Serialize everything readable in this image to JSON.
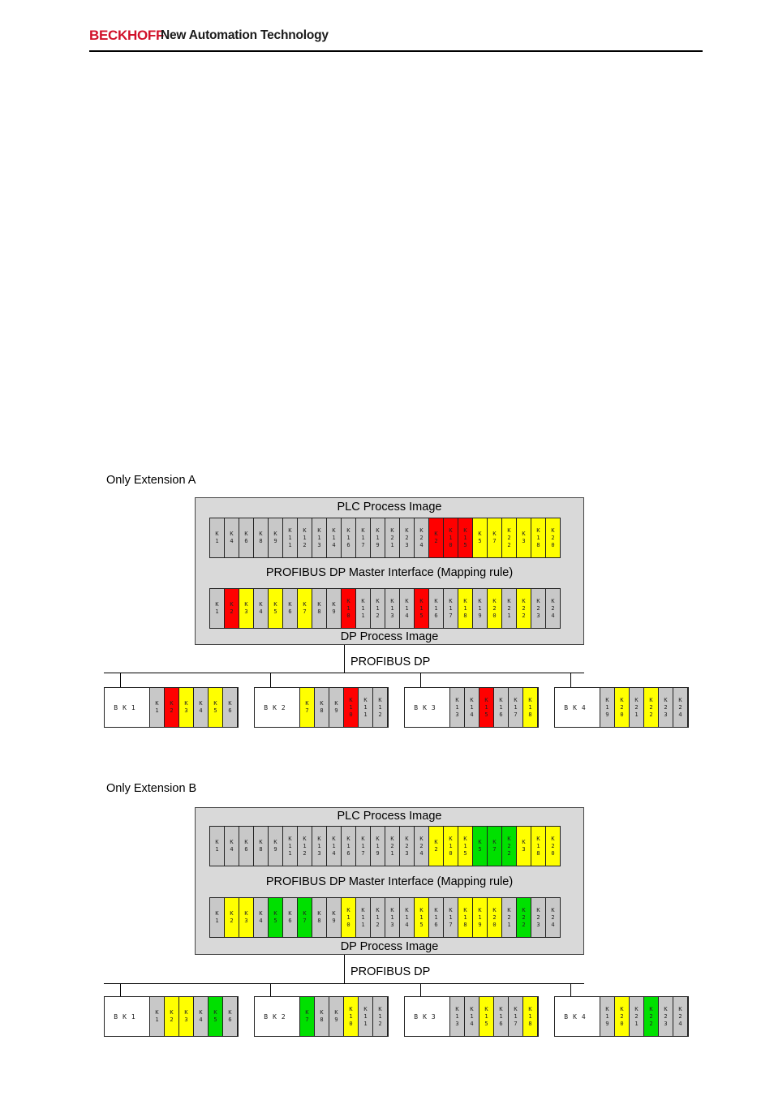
{
  "header": {
    "brand": "BECKHOFF",
    "tagline": "New Automation Technology"
  },
  "colors": {
    "grey": "#c8c8c8",
    "red": "#ff0000",
    "yellow": "#ffff00",
    "green": "#00e000"
  },
  "diagrams": [
    {
      "title": "Only Extension A",
      "plc_label": "PLC Process Image",
      "mapping_label": "PROFIBUS DP Master Interface (Mapping rule)",
      "dp_label": "DP Process Image",
      "bus_label": "PROFIBUS DP",
      "plc_cells": [
        {
          "t": "K1",
          "c": "grey"
        },
        {
          "t": "K4",
          "c": "grey"
        },
        {
          "t": "K6",
          "c": "grey"
        },
        {
          "t": "K8",
          "c": "grey"
        },
        {
          "t": "K9",
          "c": "grey"
        },
        {
          "t": "K11",
          "c": "grey"
        },
        {
          "t": "K12",
          "c": "grey"
        },
        {
          "t": "K13",
          "c": "grey"
        },
        {
          "t": "K14",
          "c": "grey"
        },
        {
          "t": "K16",
          "c": "grey"
        },
        {
          "t": "K17",
          "c": "grey"
        },
        {
          "t": "K19",
          "c": "grey"
        },
        {
          "t": "K21",
          "c": "grey"
        },
        {
          "t": "K23",
          "c": "grey"
        },
        {
          "t": "K24",
          "c": "grey"
        },
        {
          "t": "K2",
          "c": "red"
        },
        {
          "t": "K10",
          "c": "red"
        },
        {
          "t": "K15",
          "c": "red"
        },
        {
          "t": "K5",
          "c": "yellow"
        },
        {
          "t": "K7",
          "c": "yellow"
        },
        {
          "t": "K22",
          "c": "yellow"
        },
        {
          "t": "K3",
          "c": "yellow"
        },
        {
          "t": "K18",
          "c": "yellow"
        },
        {
          "t": "K20",
          "c": "yellow"
        }
      ],
      "dp_cells": [
        {
          "t": "K1",
          "c": "grey"
        },
        {
          "t": "K2",
          "c": "red"
        },
        {
          "t": "K3",
          "c": "yellow"
        },
        {
          "t": "K4",
          "c": "grey"
        },
        {
          "t": "K5",
          "c": "yellow"
        },
        {
          "t": "K6",
          "c": "grey"
        },
        {
          "t": "K7",
          "c": "yellow"
        },
        {
          "t": "K8",
          "c": "grey"
        },
        {
          "t": "K9",
          "c": "grey"
        },
        {
          "t": "K10",
          "c": "red"
        },
        {
          "t": "K11",
          "c": "grey"
        },
        {
          "t": "K12",
          "c": "grey"
        },
        {
          "t": "K13",
          "c": "grey"
        },
        {
          "t": "K14",
          "c": "grey"
        },
        {
          "t": "K15",
          "c": "red"
        },
        {
          "t": "K16",
          "c": "grey"
        },
        {
          "t": "K17",
          "c": "grey"
        },
        {
          "t": "K18",
          "c": "yellow"
        },
        {
          "t": "K19",
          "c": "grey"
        },
        {
          "t": "K20",
          "c": "yellow"
        },
        {
          "t": "K21",
          "c": "grey"
        },
        {
          "t": "K22",
          "c": "yellow"
        },
        {
          "t": "K23",
          "c": "grey"
        },
        {
          "t": "K24",
          "c": "grey"
        }
      ],
      "couplers": [
        {
          "name": "BK1",
          "cells": [
            {
              "t": "K1",
              "c": "grey"
            },
            {
              "t": "K2",
              "c": "red"
            },
            {
              "t": "K3",
              "c": "yellow"
            },
            {
              "t": "K4",
              "c": "grey"
            },
            {
              "t": "K5",
              "c": "yellow"
            },
            {
              "t": "K6",
              "c": "grey"
            }
          ]
        },
        {
          "name": "BK2",
          "cells": [
            {
              "t": "K7",
              "c": "yellow"
            },
            {
              "t": "K8",
              "c": "grey"
            },
            {
              "t": "K9",
              "c": "grey"
            },
            {
              "t": "K10",
              "c": "red"
            },
            {
              "t": "K11",
              "c": "grey"
            },
            {
              "t": "K12",
              "c": "grey"
            }
          ]
        },
        {
          "name": "BK3",
          "cells": [
            {
              "t": "K13",
              "c": "grey"
            },
            {
              "t": "K14",
              "c": "grey"
            },
            {
              "t": "K15",
              "c": "red"
            },
            {
              "t": "K16",
              "c": "grey"
            },
            {
              "t": "K17",
              "c": "grey"
            },
            {
              "t": "K18",
              "c": "yellow"
            }
          ]
        },
        {
          "name": "BK4",
          "cells": [
            {
              "t": "K19",
              "c": "grey"
            },
            {
              "t": "K20",
              "c": "yellow"
            },
            {
              "t": "K21",
              "c": "grey"
            },
            {
              "t": "K22",
              "c": "yellow"
            },
            {
              "t": "K23",
              "c": "grey"
            },
            {
              "t": "K24",
              "c": "grey"
            }
          ]
        }
      ]
    },
    {
      "title": "Only Extension B",
      "plc_label": "PLC Process Image",
      "mapping_label": "PROFIBUS DP Master Interface (Mapping rule)",
      "dp_label": "DP Process Image",
      "bus_label": "PROFIBUS DP",
      "plc_cells": [
        {
          "t": "K1",
          "c": "grey"
        },
        {
          "t": "K4",
          "c": "grey"
        },
        {
          "t": "K6",
          "c": "grey"
        },
        {
          "t": "K8",
          "c": "grey"
        },
        {
          "t": "K9",
          "c": "grey"
        },
        {
          "t": "K11",
          "c": "grey"
        },
        {
          "t": "K12",
          "c": "grey"
        },
        {
          "t": "K13",
          "c": "grey"
        },
        {
          "t": "K14",
          "c": "grey"
        },
        {
          "t": "K16",
          "c": "grey"
        },
        {
          "t": "K17",
          "c": "grey"
        },
        {
          "t": "K19",
          "c": "grey"
        },
        {
          "t": "K21",
          "c": "grey"
        },
        {
          "t": "K23",
          "c": "grey"
        },
        {
          "t": "K24",
          "c": "grey"
        },
        {
          "t": "K2",
          "c": "yellow"
        },
        {
          "t": "K10",
          "c": "yellow"
        },
        {
          "t": "K15",
          "c": "yellow"
        },
        {
          "t": "K5",
          "c": "green"
        },
        {
          "t": "K7",
          "c": "green"
        },
        {
          "t": "K22",
          "c": "green"
        },
        {
          "t": "K3",
          "c": "yellow"
        },
        {
          "t": "K18",
          "c": "yellow"
        },
        {
          "t": "K20",
          "c": "yellow"
        }
      ],
      "dp_cells": [
        {
          "t": "K1",
          "c": "grey"
        },
        {
          "t": "K2",
          "c": "yellow"
        },
        {
          "t": "K3",
          "c": "yellow"
        },
        {
          "t": "K4",
          "c": "grey"
        },
        {
          "t": "K5",
          "c": "green"
        },
        {
          "t": "K6",
          "c": "grey"
        },
        {
          "t": "K7",
          "c": "green"
        },
        {
          "t": "K8",
          "c": "grey"
        },
        {
          "t": "K9",
          "c": "grey"
        },
        {
          "t": "K10",
          "c": "yellow"
        },
        {
          "t": "K11",
          "c": "grey"
        },
        {
          "t": "K12",
          "c": "grey"
        },
        {
          "t": "K13",
          "c": "grey"
        },
        {
          "t": "K14",
          "c": "grey"
        },
        {
          "t": "K15",
          "c": "yellow"
        },
        {
          "t": "K16",
          "c": "grey"
        },
        {
          "t": "K17",
          "c": "grey"
        },
        {
          "t": "K18",
          "c": "yellow"
        },
        {
          "t": "K19",
          "c": "yellow"
        },
        {
          "t": "K20",
          "c": "yellow"
        },
        {
          "t": "K21",
          "c": "grey"
        },
        {
          "t": "K22",
          "c": "green"
        },
        {
          "t": "K23",
          "c": "grey"
        },
        {
          "t": "K24",
          "c": "grey"
        }
      ],
      "couplers": [
        {
          "name": "BK1",
          "cells": [
            {
              "t": "K1",
              "c": "grey"
            },
            {
              "t": "K2",
              "c": "yellow"
            },
            {
              "t": "K3",
              "c": "yellow"
            },
            {
              "t": "K4",
              "c": "grey"
            },
            {
              "t": "K5",
              "c": "green"
            },
            {
              "t": "K6",
              "c": "grey"
            }
          ]
        },
        {
          "name": "BK2",
          "cells": [
            {
              "t": "K7",
              "c": "green"
            },
            {
              "t": "K8",
              "c": "grey"
            },
            {
              "t": "K9",
              "c": "grey"
            },
            {
              "t": "K10",
              "c": "yellow"
            },
            {
              "t": "K11",
              "c": "grey"
            },
            {
              "t": "K12",
              "c": "grey"
            }
          ]
        },
        {
          "name": "BK3",
          "cells": [
            {
              "t": "K13",
              "c": "grey"
            },
            {
              "t": "K14",
              "c": "grey"
            },
            {
              "t": "K15",
              "c": "yellow"
            },
            {
              "t": "K16",
              "c": "grey"
            },
            {
              "t": "K17",
              "c": "grey"
            },
            {
              "t": "K18",
              "c": "yellow"
            }
          ]
        },
        {
          "name": "BK4",
          "cells": [
            {
              "t": "K19",
              "c": "grey"
            },
            {
              "t": "K20",
              "c": "yellow"
            },
            {
              "t": "K21",
              "c": "grey"
            },
            {
              "t": "K22",
              "c": "green"
            },
            {
              "t": "K23",
              "c": "grey"
            },
            {
              "t": "K24",
              "c": "grey"
            }
          ]
        }
      ]
    }
  ]
}
